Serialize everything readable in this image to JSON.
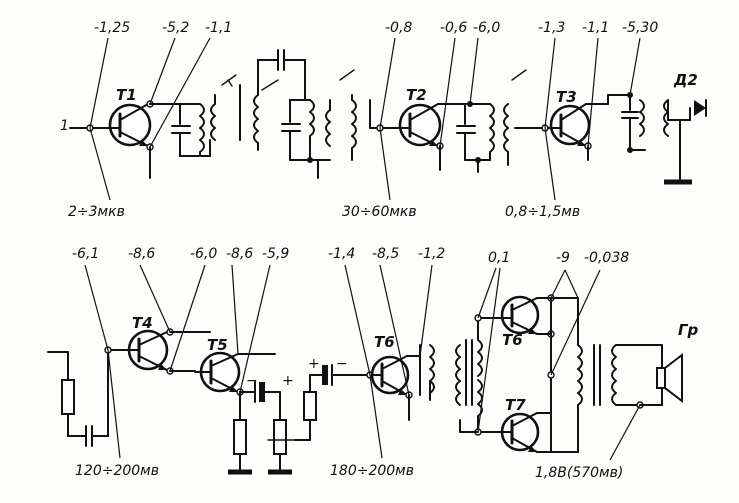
{
  "voltages_top": {
    "v1": "-1,25",
    "v2": "-5,2",
    "v3": "-1,1",
    "v4": "-0,8",
    "v5": "-0,6",
    "v6": "-6,0",
    "v7": "-1,3",
    "v8": "-1,1",
    "v9": "-5,30"
  },
  "voltages_bottom": {
    "v1": "-6,1",
    "v2": "-8,6",
    "v3": "-6,0",
    "v4": "-8,6",
    "v5": "-5,9",
    "v6": "-1,4",
    "v7": "-8,5",
    "v8": "-1,2",
    "v9": "0,1",
    "v10": "-9",
    "v11": "-0,038"
  },
  "signals": {
    "s1": "2÷3мкв",
    "s2": "30÷60мкв",
    "s3": "0,8÷1,5мв",
    "s4": "120÷200мв",
    "s5": "180÷200мв",
    "s6": "1,8В(570мв)"
  },
  "transistors": {
    "t1": "T1",
    "t2": "T2",
    "t3": "T3",
    "t4": "T4",
    "t5": "T5",
    "t6a": "T6",
    "t6b": "T6",
    "t7": "T7"
  },
  "misc": {
    "input": "1",
    "d2": "Д2",
    "speaker": "Гр",
    "plus": "+",
    "minus": "−"
  }
}
